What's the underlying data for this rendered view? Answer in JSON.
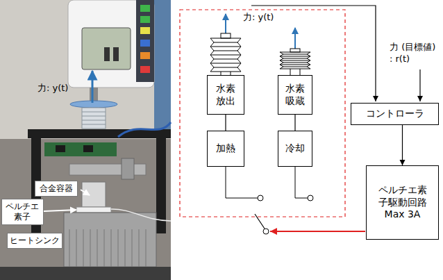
{
  "diagram": {
    "nodes": [
      {
        "text": [
          "合金容器"
        ]
      },
      {
        "text": [
          "ペルチエ 素子"
        ]
      },
      {
        "text": [
          "ヒートシンク"
        ]
      },
      {
        "text": [
          "水素 放出"
        ]
      },
      {
        "text": [
          "水素 吸蔵"
        ]
      },
      {
        "text": [
          "加熱"
        ]
      },
      {
        "text": [
          "冷却"
        ]
      },
      {
        "text": [
          "コントローラ"
        ]
      },
      {
        "text": [
          "ペルチエ素 子駆動回路 Max 3A"
        ]
      }
    ],
    "edges": [
      {
        "from": 3,
        "to": 5,
        "arrow": "none"
      },
      {
        "from": 4,
        "to": 6,
        "arrow": "none"
      },
      {
        "from": 7,
        "to": 8,
        "arrow": "to"
      }
    ],
    "labels": [
      "力: y(t)",
      "力: y(t)",
      "力 (目標値) : r(t)"
    ]
  }
}
